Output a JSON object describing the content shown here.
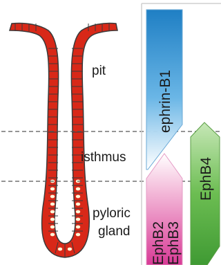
{
  "regions": {
    "pit": "pit",
    "isthmus": "isthmus",
    "gland_line1": "pyloric",
    "gland_line2": "gland"
  },
  "gradients": {
    "ephrin_b1": {
      "label": "ephrin-B1",
      "color": "#2f8fd0"
    },
    "ephb2": {
      "label": "EphB2",
      "color": "#e05aa8"
    },
    "ephb3": {
      "label": "EphB3",
      "color": "#e05aa8"
    },
    "ephb4": {
      "label": "EphB4",
      "color": "#5fb548"
    }
  },
  "colors": {
    "pit_cells": "#ffe826",
    "isthmus_cells": "#f8a830",
    "gland_cells": "#e8321e",
    "nuclei": "#fff6d8",
    "outline": "#3a3a3a",
    "dashed_line": "#555555"
  }
}
